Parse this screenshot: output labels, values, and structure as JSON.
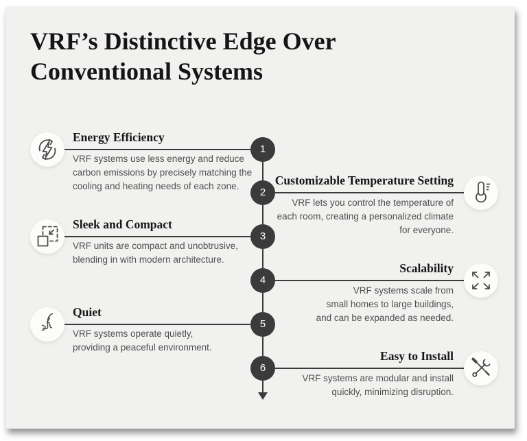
{
  "title_lines": [
    "VRF’s Distinctive Edge Over",
    "Conventional Systems"
  ],
  "steps": [
    {
      "num": "1",
      "heading": "Energy Efficiency",
      "icon": "energy-cycle-icon",
      "body_lines": [
        "VRF systems use less energy and reduce",
        "carbon emissions by precisely matching the",
        "cooling and heating needs of each zone."
      ]
    },
    {
      "num": "2",
      "heading": "Customizable Temperature Setting",
      "icon": "thermometer-icon",
      "body_lines": [
        "VRF lets you control the temperature of",
        "each room, creating a personalized climate",
        "for everyone."
      ]
    },
    {
      "num": "3",
      "heading": "Sleek and Compact",
      "icon": "shrink-square-icon",
      "body_lines": [
        "VRF units are compact and unobtrusive,",
        "blending in with modern architecture."
      ]
    },
    {
      "num": "4",
      "heading": "Scalability",
      "icon": "expand-arrows-icon",
      "body_lines": [
        "VRF systems scale from",
        "small homes to large buildings,",
        "and can be expanded as needed."
      ]
    },
    {
      "num": "5",
      "heading": "Quiet",
      "icon": "shush-icon",
      "body_lines": [
        "VRF systems operate quietly,",
        "providing a peaceful environment."
      ]
    },
    {
      "num": "6",
      "heading": "Easy to Install",
      "icon": "tools-icon",
      "body_lines": [
        "VRF systems are modular and install",
        "quickly, minimizing disruption."
      ]
    }
  ],
  "colors": {
    "card_bg": "#f1f1f0",
    "accent": "#3b3b3b",
    "heading_text": "#171717",
    "body_text": "#4f4f4f",
    "badge_bg": "#fcfcfb"
  }
}
